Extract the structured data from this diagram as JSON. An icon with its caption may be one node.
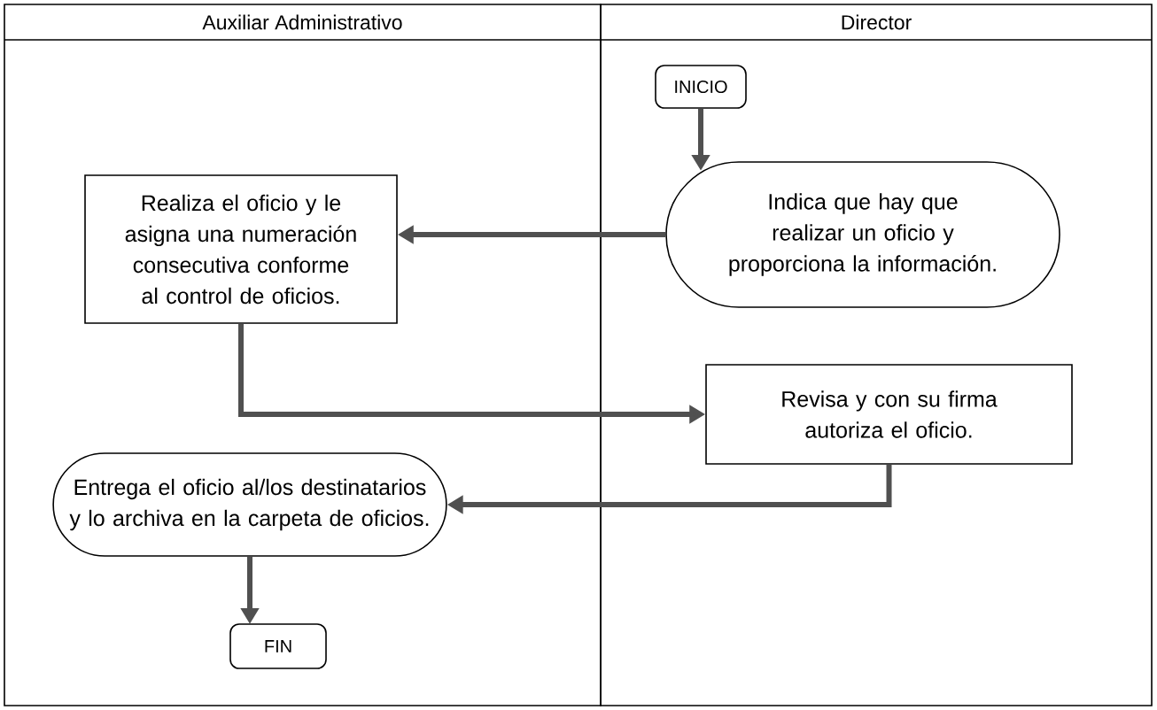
{
  "diagram": {
    "nodes": [
      {
        "text": [
          "Auxiliar Administrativo"
        ]
      },
      {
        "text": [
          "Director"
        ]
      },
      {
        "text": [
          "INICIO"
        ],
        "in": 1
      },
      {
        "text": [
          "Indica que hay que realizar un oficio y proporciona la información."
        ],
        "in": 1
      },
      {
        "text": [
          "Realiza el oficio y le asigna una numeración consecutiva conforme al control de oficios."
        ],
        "in": 0
      },
      {
        "text": [
          "Revisa y con su firma autoriza el oficio."
        ],
        "in": 1
      },
      {
        "text": [
          "Entrega el oficio al/los destinatarios y lo archiva en la carpeta de oficios."
        ],
        "in": 0
      },
      {
        "text": [
          "FIN"
        ],
        "in": 0
      }
    ],
    "edges": [
      {
        "from": 2,
        "to": 3,
        "arrow": "to"
      },
      {
        "from": 3,
        "to": 4,
        "arrow": "to"
      },
      {
        "from": 4,
        "to": 5,
        "arrow": "to"
      },
      {
        "from": 5,
        "to": 6,
        "arrow": "to"
      },
      {
        "from": 6,
        "to": 7,
        "arrow": "to"
      }
    ]
  }
}
